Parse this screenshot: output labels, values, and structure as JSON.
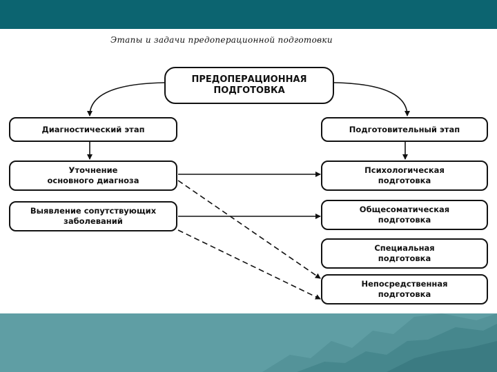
{
  "title": "Этапы и задачи предоперационной подготовки",
  "root": [
    "ПРЕДОПЕРАЦИОННАЯ",
    "ПОДГОТОВКА"
  ],
  "left": {
    "header": "Диагностический этап",
    "items": [
      [
        "Уточнение",
        "основного диагноза"
      ],
      [
        "Выявление сопутствующих",
        "заболеваний"
      ]
    ]
  },
  "right": {
    "header": "Подготовительный этап",
    "items": [
      [
        "Психологическая",
        "подготовка"
      ],
      [
        "Общесоматическая",
        "подготовка"
      ],
      [
        "Специальная",
        "подготовка"
      ],
      [
        "Непосредственная",
        "подготовка"
      ]
    ]
  },
  "colors": {
    "top_band": "#0c6470",
    "bottom_band": "#5f9ea4",
    "line": "#111111"
  }
}
